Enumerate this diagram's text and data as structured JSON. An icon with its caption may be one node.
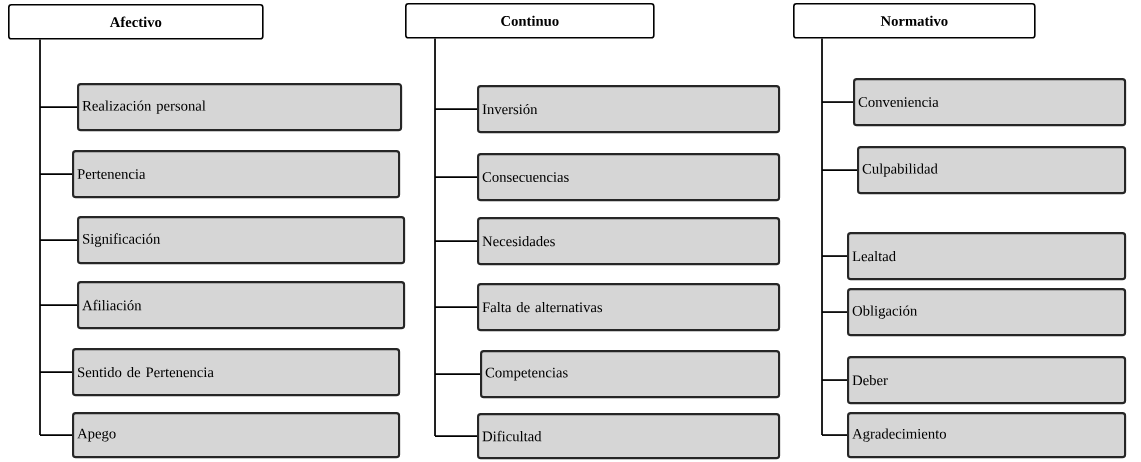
{
  "diagram": {
    "nodes": [
      {
        "text": [
          "Afectivo"
        ]
      },
      {
        "text": [
          "Realización personal"
        ]
      },
      {
        "text": [
          "Pertenencia"
        ]
      },
      {
        "text": [
          "Significación"
        ]
      },
      {
        "text": [
          "Afiliación"
        ]
      },
      {
        "text": [
          "Sentido de Pertenencia"
        ]
      },
      {
        "text": [
          "Apego"
        ]
      },
      {
        "text": [
          "Continuo"
        ]
      },
      {
        "text": [
          "Inversión"
        ]
      },
      {
        "text": [
          "Consecuencias"
        ]
      },
      {
        "text": [
          "Necesidades"
        ]
      },
      {
        "text": [
          "Falta de alternativas"
        ]
      },
      {
        "text": [
          "Competencias"
        ]
      },
      {
        "text": [
          "Dificultad"
        ]
      },
      {
        "text": [
          "Normativo"
        ]
      },
      {
        "text": [
          "Conveniencia"
        ]
      },
      {
        "text": [
          "Culpabilidad"
        ]
      },
      {
        "text": [
          "Lealtad"
        ]
      },
      {
        "text": [
          "Obligación"
        ]
      },
      {
        "text": [
          "Deber"
        ]
      },
      {
        "text": [
          "Agradecimiento"
        ]
      }
    ],
    "edges": [
      {
        "from": 0,
        "to": 1,
        "arrow": "none"
      },
      {
        "from": 0,
        "to": 2,
        "arrow": "none"
      },
      {
        "from": 0,
        "to": 3,
        "arrow": "none"
      },
      {
        "from": 0,
        "to": 4,
        "arrow": "none"
      },
      {
        "from": 0,
        "to": 5,
        "arrow": "none"
      },
      {
        "from": 0,
        "to": 6,
        "arrow": "none"
      },
      {
        "from": 7,
        "to": 8,
        "arrow": "none"
      },
      {
        "from": 7,
        "to": 9,
        "arrow": "none"
      },
      {
        "from": 7,
        "to": 10,
        "arrow": "none"
      },
      {
        "from": 7,
        "to": 11,
        "arrow": "none"
      },
      {
        "from": 7,
        "to": 12,
        "arrow": "none"
      },
      {
        "from": 7,
        "to": 13,
        "arrow": "none"
      },
      {
        "from": 14,
        "to": 15,
        "arrow": "none"
      },
      {
        "from": 14,
        "to": 16,
        "arrow": "none"
      },
      {
        "from": 14,
        "to": 17,
        "arrow": "none"
      },
      {
        "from": 14,
        "to": 18,
        "arrow": "none"
      },
      {
        "from": 14,
        "to": 19,
        "arrow": "none"
      },
      {
        "from": 14,
        "to": 20,
        "arrow": "none"
      }
    ]
  }
}
